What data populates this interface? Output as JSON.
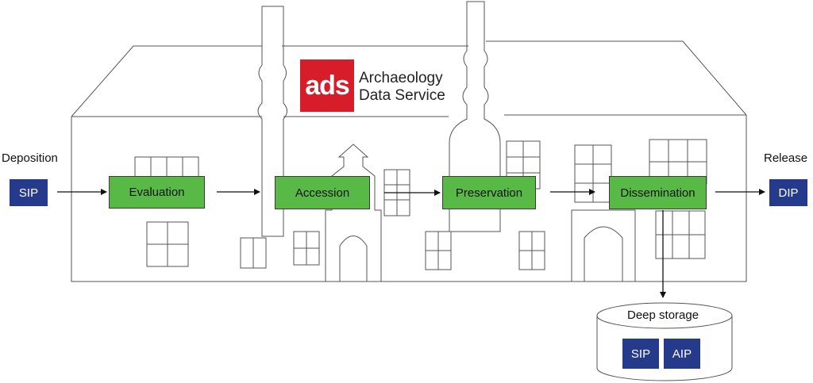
{
  "logo": {
    "mark": "ads",
    "line1": "Archaeology",
    "line2": "Data Service",
    "color": "#d71d2a"
  },
  "labels": {
    "deposition": "Deposition",
    "release": "Release"
  },
  "stages": {
    "evaluation": "Evaluation",
    "accession": "Accession",
    "preservation": "Preservation",
    "dissemination": "Dissemination"
  },
  "packages": {
    "sip_in": "SIP",
    "dip_out": "DIP",
    "storage_sip": "SIP",
    "storage_aip": "AIP"
  },
  "storage": {
    "title": "Deep storage"
  },
  "colors": {
    "stage_fill": "#58b947",
    "package_fill": "#263a8c",
    "outline": "#555555"
  }
}
